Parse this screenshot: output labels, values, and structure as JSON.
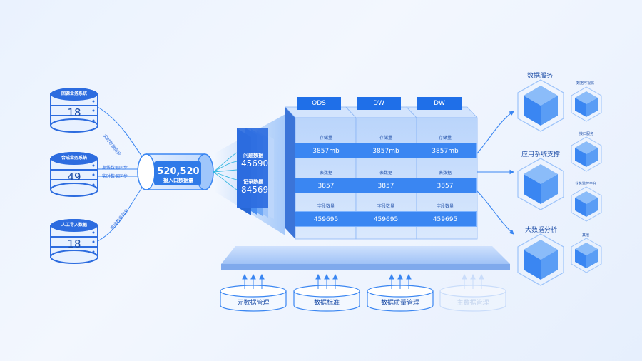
{
  "colors": {
    "primary": "#1f6fe8",
    "cell": "#3a86f2",
    "text": "#1f4fa8",
    "faded": "#c4d4ee"
  },
  "sources": [
    {
      "label": "回源业务系统",
      "count": "18"
    },
    {
      "label": "合成业务系统",
      "count": "49"
    },
    {
      "label": "人工导入数据",
      "count": "18"
    }
  ],
  "flows": {
    "top": "实时数据同步",
    "mid1": "离线数据同步",
    "mid2": "实时数据同步",
    "bottom": "离线数据同步"
  },
  "ingest": {
    "value": "520,520",
    "label": "接入口数据量"
  },
  "stats": [
    {
      "label": "问题数据",
      "value": "45690"
    },
    {
      "label": "记录数据",
      "value": "84569"
    }
  ],
  "storage_columns": [
    {
      "name": "ODS",
      "cells": [
        {
          "label": "存储量",
          "value": "3857mb"
        },
        {
          "label": "表数据",
          "value": "3857"
        },
        {
          "label": "字段数量",
          "value": "459695"
        }
      ]
    },
    {
      "name": "DW",
      "cells": [
        {
          "label": "存储量",
          "value": "3857mb"
        },
        {
          "label": "表数据",
          "value": "3857"
        },
        {
          "label": "字段数量",
          "value": "459695"
        }
      ]
    },
    {
      "name": "DW",
      "cells": [
        {
          "label": "存储量",
          "value": "3857mb"
        },
        {
          "label": "表数据",
          "value": "3857"
        },
        {
          "label": "字段数量",
          "value": "459695"
        }
      ]
    }
  ],
  "services": {
    "large": [
      {
        "title": "数据服务"
      },
      {
        "title": "应用系统支撑"
      },
      {
        "title": "大数据分析"
      }
    ],
    "small": [
      {
        "title": "数据可视化"
      },
      {
        "title": "接口服务"
      },
      {
        "title": "业务监控平台"
      },
      {
        "title": "其他"
      }
    ]
  },
  "modules": [
    {
      "label": "元数据管理",
      "faded": false
    },
    {
      "label": "数据标准",
      "faded": false
    },
    {
      "label": "数据质量管理",
      "faded": false
    },
    {
      "label": "主数据管理",
      "faded": true
    }
  ]
}
